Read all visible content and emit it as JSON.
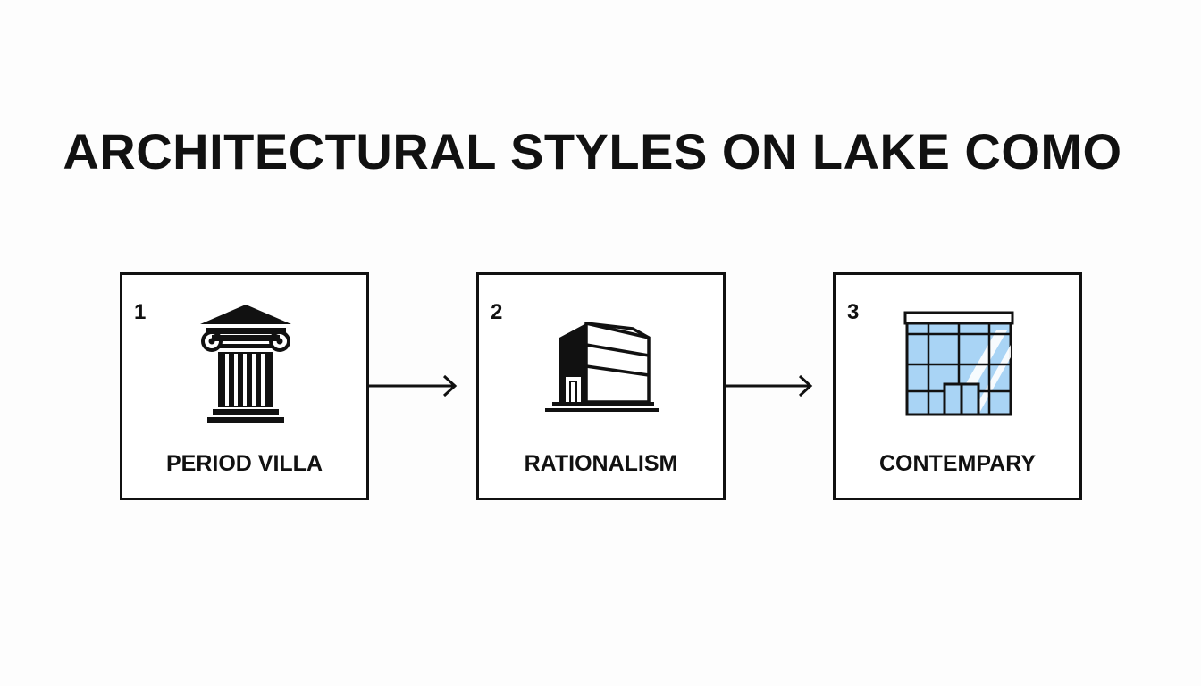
{
  "title": "ARCHITECTURAL STYLES ON LAKE COMO",
  "steps": [
    {
      "number": "1",
      "label": "PERIOD VILLA",
      "icon": "classical-column-icon"
    },
    {
      "number": "2",
      "label": "RATIONALISM",
      "icon": "rationalist-building-icon"
    },
    {
      "number": "3",
      "label": "CONTEMPARY",
      "icon": "glass-facade-building-icon"
    }
  ],
  "colors": {
    "stroke": "#111111",
    "glass": "#a9d4f5",
    "background": "#fdfdfd"
  }
}
